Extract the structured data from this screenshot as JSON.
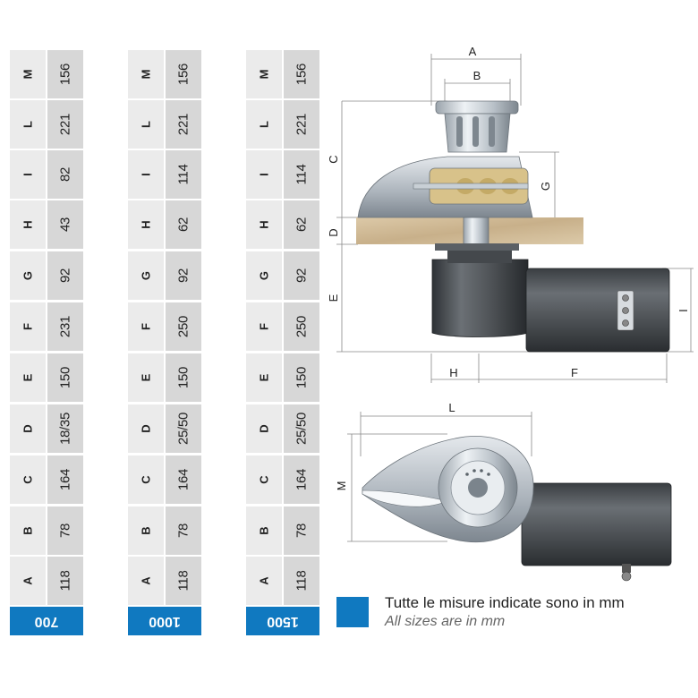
{
  "tables": [
    {
      "model": "700",
      "rows": [
        {
          "key": "M",
          "value": "156"
        },
        {
          "key": "L",
          "value": "221"
        },
        {
          "key": "I",
          "value": "82"
        },
        {
          "key": "H",
          "value": "43"
        },
        {
          "key": "G",
          "value": "92"
        },
        {
          "key": "F",
          "value": "231"
        },
        {
          "key": "E",
          "value": "150"
        },
        {
          "key": "D",
          "value": "18/35"
        },
        {
          "key": "C",
          "value": "164"
        },
        {
          "key": "B",
          "value": "78"
        },
        {
          "key": "A",
          "value": "118"
        }
      ]
    },
    {
      "model": "1000",
      "rows": [
        {
          "key": "M",
          "value": "156"
        },
        {
          "key": "L",
          "value": "221"
        },
        {
          "key": "I",
          "value": "114"
        },
        {
          "key": "H",
          "value": "62"
        },
        {
          "key": "G",
          "value": "92"
        },
        {
          "key": "F",
          "value": "250"
        },
        {
          "key": "E",
          "value": "150"
        },
        {
          "key": "D",
          "value": "25/50"
        },
        {
          "key": "C",
          "value": "164"
        },
        {
          "key": "B",
          "value": "78"
        },
        {
          "key": "A",
          "value": "118"
        }
      ]
    },
    {
      "model": "1500",
      "rows": [
        {
          "key": "M",
          "value": "156"
        },
        {
          "key": "L",
          "value": "221"
        },
        {
          "key": "I",
          "value": "114"
        },
        {
          "key": "H",
          "value": "62"
        },
        {
          "key": "G",
          "value": "92"
        },
        {
          "key": "F",
          "value": "250"
        },
        {
          "key": "E",
          "value": "150"
        },
        {
          "key": "D",
          "value": "25/50"
        },
        {
          "key": "C",
          "value": "164"
        },
        {
          "key": "B",
          "value": "78"
        },
        {
          "key": "A",
          "value": "118"
        }
      ]
    }
  ],
  "diagram": {
    "labels": {
      "A": "A",
      "B": "B",
      "C": "C",
      "D": "D",
      "E": "E",
      "F": "F",
      "G": "G",
      "H": "H",
      "I": "I",
      "L": "L",
      "M": "M"
    }
  },
  "legend": {
    "italian": "Tutte le misure indicate sono in mm",
    "english": "All sizes are in mm"
  },
  "colors": {
    "accent": "#1079c0",
    "cell_light": "#ebebeb",
    "cell_dark": "#d7d7d7"
  }
}
